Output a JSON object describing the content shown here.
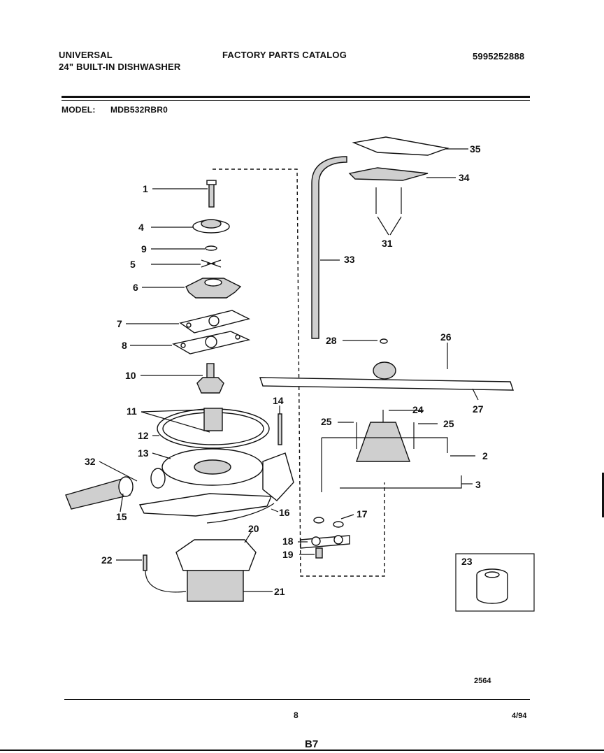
{
  "header": {
    "brand": "UNIVERSAL",
    "product": "24\" BUILT-IN DISHWASHER",
    "catalog_title": "FACTORY PARTS CATALOG",
    "catalog_number": "5995252888",
    "model_label": "MODEL:",
    "model_value": "MDB532RBR0"
  },
  "callouts": {
    "c1": "1",
    "c4": "4",
    "c9": "9",
    "c5": "5",
    "c6": "6",
    "c7": "7",
    "c8": "8",
    "c10": "10",
    "c11": "11",
    "c12": "12",
    "c13": "13",
    "c32": "32",
    "c15": "15",
    "c14": "14",
    "c16": "16",
    "c20": "20",
    "c22": "22",
    "c21": "21",
    "c35": "35",
    "c34": "34",
    "c31": "31",
    "c33": "33",
    "c28": "28",
    "c26": "26",
    "c27": "27",
    "c24": "24",
    "c25a": "25",
    "c25b": "25",
    "c2": "2",
    "c3": "3",
    "c17": "17",
    "c18": "18",
    "c19": "19",
    "c23": "23"
  },
  "footer": {
    "figure_code": "2564",
    "page_number": "8",
    "date": "4/94",
    "section": "B7"
  }
}
